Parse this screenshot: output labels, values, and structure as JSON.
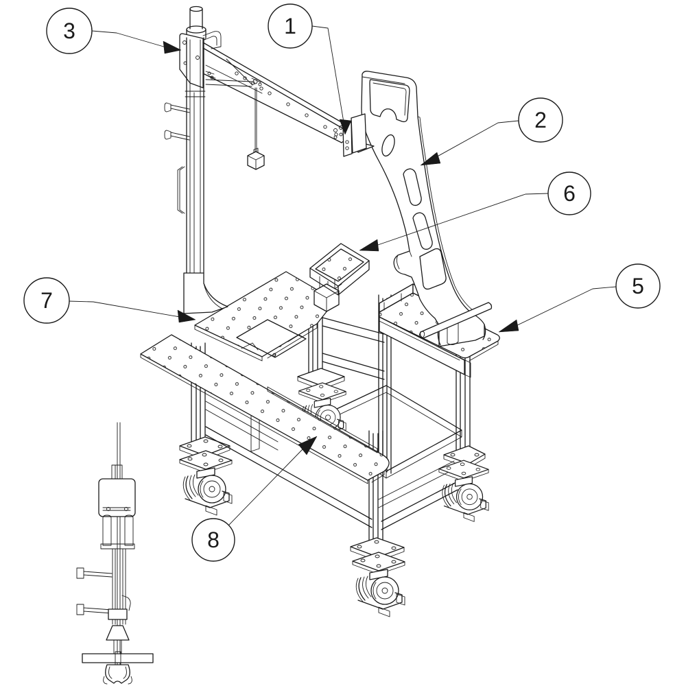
{
  "figure": {
    "kind": "isometric-parts-diagram",
    "background_color": "#ffffff",
    "line_color": "#1a1a1a",
    "balloon_fill": "#ffffff"
  },
  "balloons": [
    {
      "label": "1"
    },
    {
      "label": "2"
    },
    {
      "label": "3"
    },
    {
      "label": "5"
    },
    {
      "label": "6"
    },
    {
      "label": "7"
    },
    {
      "label": "8"
    }
  ]
}
